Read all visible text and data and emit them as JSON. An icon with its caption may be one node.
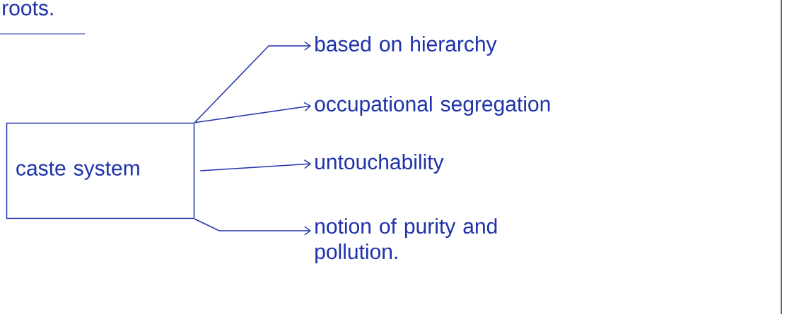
{
  "diagram": {
    "nodes": [
      {
        "text": [
          "caste system"
        ]
      },
      {
        "text": [
          "based on hierarchy"
        ]
      },
      {
        "text": [
          "occupational segregation"
        ]
      },
      {
        "text": [
          "untouchability"
        ]
      },
      {
        "text": [
          "notion of purity and pollution."
        ]
      }
    ],
    "edges": [
      {
        "from": 0,
        "to": 1,
        "arrow": "to"
      },
      {
        "from": 0,
        "to": 2,
        "arrow": "to"
      },
      {
        "from": 0,
        "to": 3,
        "arrow": "to"
      },
      {
        "from": 0,
        "to": 4,
        "arrow": "to"
      }
    ],
    "labels": [
      "roots."
    ]
  }
}
